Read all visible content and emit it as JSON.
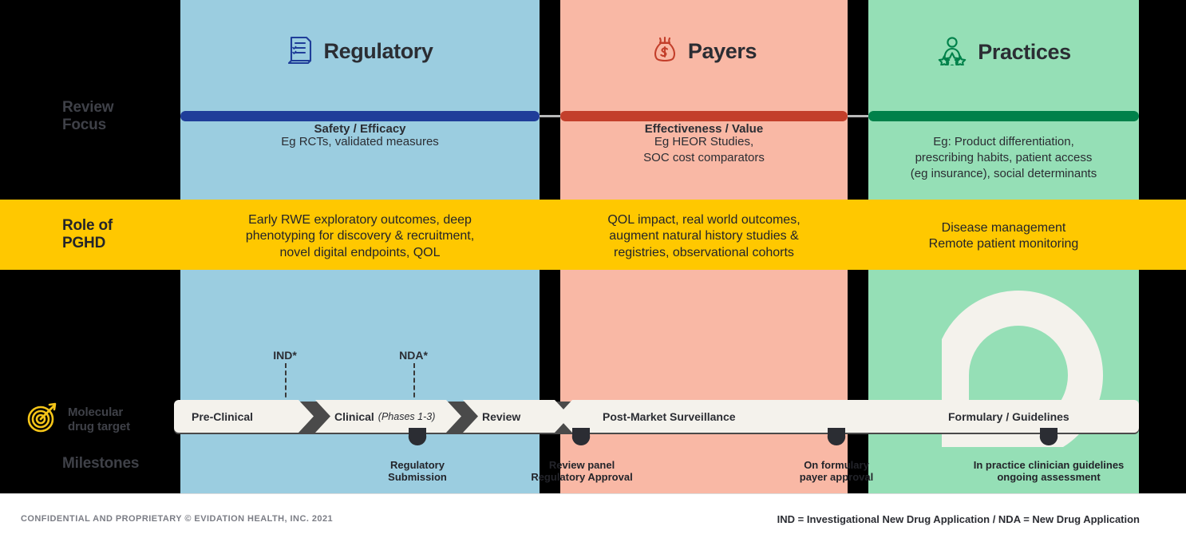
{
  "rail": {
    "review_focus": "Review\nFocus",
    "role_of_pghd": "Role of\nPGHD",
    "milestones": "Milestones",
    "molecular": "Molecular\ndrug target",
    "molecular_icon": "target-arrow-icon"
  },
  "columns": [
    {
      "key": "regulatory",
      "title": "Regulatory",
      "icon": "clipboard-checklist-icon",
      "subtitle": "Safety / Efficacy",
      "accent": "#1f3d99",
      "band": "#9bcde0",
      "focus": "Eg RCTs, validated measures",
      "pghd": "Early RWE exploratory outcomes, deep\nphenotyping for discovery & recruitment,\nnovel digital endpoints, QOL"
    },
    {
      "key": "payers",
      "title": "Payers",
      "icon": "money-bag-icon",
      "subtitle": "Effectiveness / Value",
      "accent": "#c33f2b",
      "band": "#f9b8a5",
      "focus": "Eg HEOR Studies,\nSOC cost comparators",
      "pghd": "QOL impact, real world outcomes,\naugment natural history studies &\nregistries, observational cohorts"
    },
    {
      "key": "practices",
      "title": "Practices",
      "icon": "person-stars-icon",
      "subtitle": "",
      "accent": "#00814a",
      "band": "#95dfb6",
      "focus": "Eg: Product differentiation,\nprescribing habits, patient access\n(eg insurance), social determinants",
      "pghd": "Disease management\nRemote patient monitoring"
    }
  ],
  "timeline": {
    "stages": [
      {
        "label": "Pre-Clinical",
        "note": ""
      },
      {
        "label": "Clinical",
        "note": "(Phases 1-3)"
      },
      {
        "label": "Review",
        "note": ""
      },
      {
        "label": "Post-Market Surveillance",
        "note": ""
      },
      {
        "label": "Formulary / Guidelines",
        "note": ""
      }
    ]
  },
  "dashed_markers": [
    {
      "label": "IND*"
    },
    {
      "label": "NDA*"
    }
  ],
  "milestones": [
    {
      "label": "Regulatory\nSubmission"
    },
    {
      "label": "Review panel\nRegulatory Approval"
    },
    {
      "label": "On formulary\npayer approval"
    },
    {
      "label": "In practice clinician guidelines\nongoing assessment"
    }
  ],
  "footer": {
    "left": "CONFIDENTIAL AND PROPRIETARY © EVIDATION HEALTH, INC. 2021",
    "right": "IND = Investigational New Drug Application / NDA = New Drug Application"
  },
  "colors": {
    "yellow": "#ffc800",
    "cream": "#f4f2ec",
    "background": "#000000",
    "pin": "#2b2d33"
  }
}
